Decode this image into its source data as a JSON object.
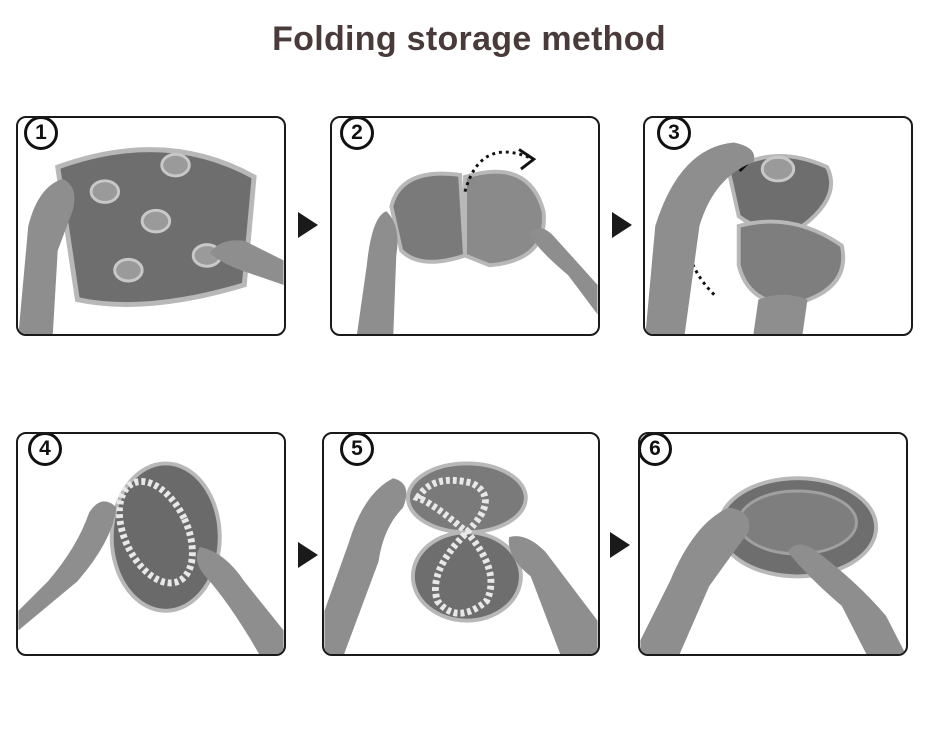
{
  "title": "Folding storage method",
  "steps": [
    {
      "number": "1"
    },
    {
      "number": "2"
    },
    {
      "number": "3"
    },
    {
      "number": "4"
    },
    {
      "number": "5"
    },
    {
      "number": "6"
    }
  ],
  "colors": {
    "title": "#4a3b3b",
    "border": "#1a1a1a",
    "fabric_dark": "#5a5a5a",
    "fabric_mid": "#8a8a8a",
    "rim": "#b5b5b5",
    "skin": "#9a9a9a"
  }
}
